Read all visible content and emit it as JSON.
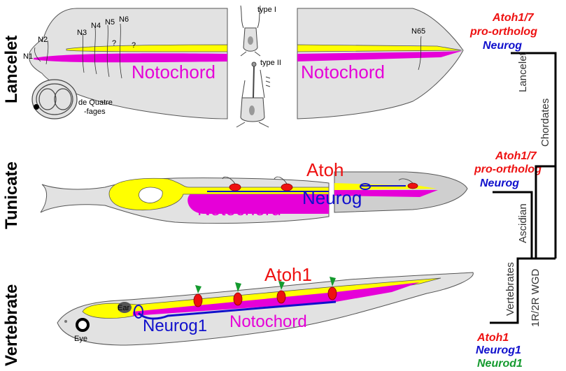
{
  "rows": {
    "lancelet": "Lancelet",
    "tunicate": "Tunicate",
    "vertebrate": "Vertebrate"
  },
  "lancelet": {
    "nerves": [
      "N1",
      "N2",
      "N3",
      "N4",
      "N5",
      "N6",
      "N65"
    ],
    "question_marks": [
      "?",
      "?"
    ],
    "notochord_left": "Notochord",
    "notochord_right": "Notochord",
    "quatrefages_line1": "de Quatre",
    "quatrefages_line2": "-fages",
    "cell_type_1": "type I",
    "cell_type_2": "type II"
  },
  "tunicate": {
    "atoh": "Atoh",
    "neurog": "Neurog",
    "notochord": "Notochord"
  },
  "vertebrate": {
    "atoh1": "Atoh1",
    "neurog1": "Neurog1",
    "notochord": "Notochord",
    "ear": "Ear",
    "eye": "Eye"
  },
  "genes": {
    "lancelet_atoh_line1": "Atoh1/7",
    "lancelet_atoh_line2": "pro-ortholog",
    "lancelet_neurog": "Neurog",
    "tunicate_atoh_line1": "Atoh1/7",
    "tunicate_atoh_line2": "pro-ortholog",
    "tunicate_neurog": "Neurog",
    "vert_atoh1": "Atoh1",
    "vert_neurog1": "Neurog1",
    "vert_neurod1": "Neurod1"
  },
  "tree": {
    "lancelet": "Lancelet",
    "chordates": "Chordates",
    "ascidian": "Ascidian",
    "vertebrates": "Vertebrates",
    "wgd": "1R/2R WGD"
  },
  "colors": {
    "body": "#e2e2e2",
    "notochord": "#e600d8",
    "neural_tube": "#ffff00",
    "atoh_red": "#ee1111",
    "neurog_blue": "#1010cc",
    "neurod_green": "#149a2e"
  }
}
